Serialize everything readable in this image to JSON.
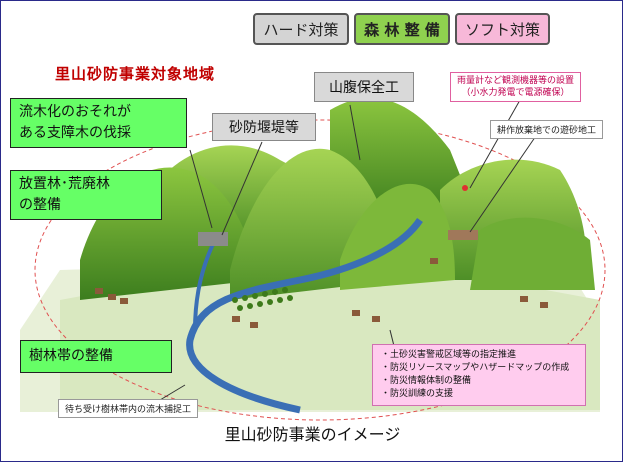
{
  "legend": {
    "hard": "ハード対策",
    "forest": "森 林 整 備",
    "soft": "ソフト対策",
    "colors": {
      "hard": "#d4d4d4",
      "forest": "#8fd14f",
      "soft": "#f7b8d8"
    }
  },
  "area_title": "里山砂防事業対象地域",
  "boxes": {
    "fallen_trees_line1": "流木化のおそれが",
    "fallen_trees_line2": "ある支障木の伐採",
    "abandoned_line1": "放置林･荒廃林",
    "abandoned_line2": "の整備",
    "buffer_forest": "樹林帯の整備",
    "sabo_dam": "砂防堰堤等",
    "hillside": "山腹保全工"
  },
  "notes": {
    "gauge_line1": "雨量計など観測機器等の設置",
    "gauge_line2": "（小水力発電で電源確保）",
    "farmland": "耕作放棄地での遊砂地工",
    "waiting_forest": "待ち受け樹林帯内の流木捕捉工"
  },
  "soft_measures": [
    "土砂災害警戒区域等の指定推進",
    "防災リソースマップやハザードマップの作成",
    "防災情報体制の整備",
    "防災訓練の支援"
  ],
  "caption": "里山砂防事業のイメージ"
}
